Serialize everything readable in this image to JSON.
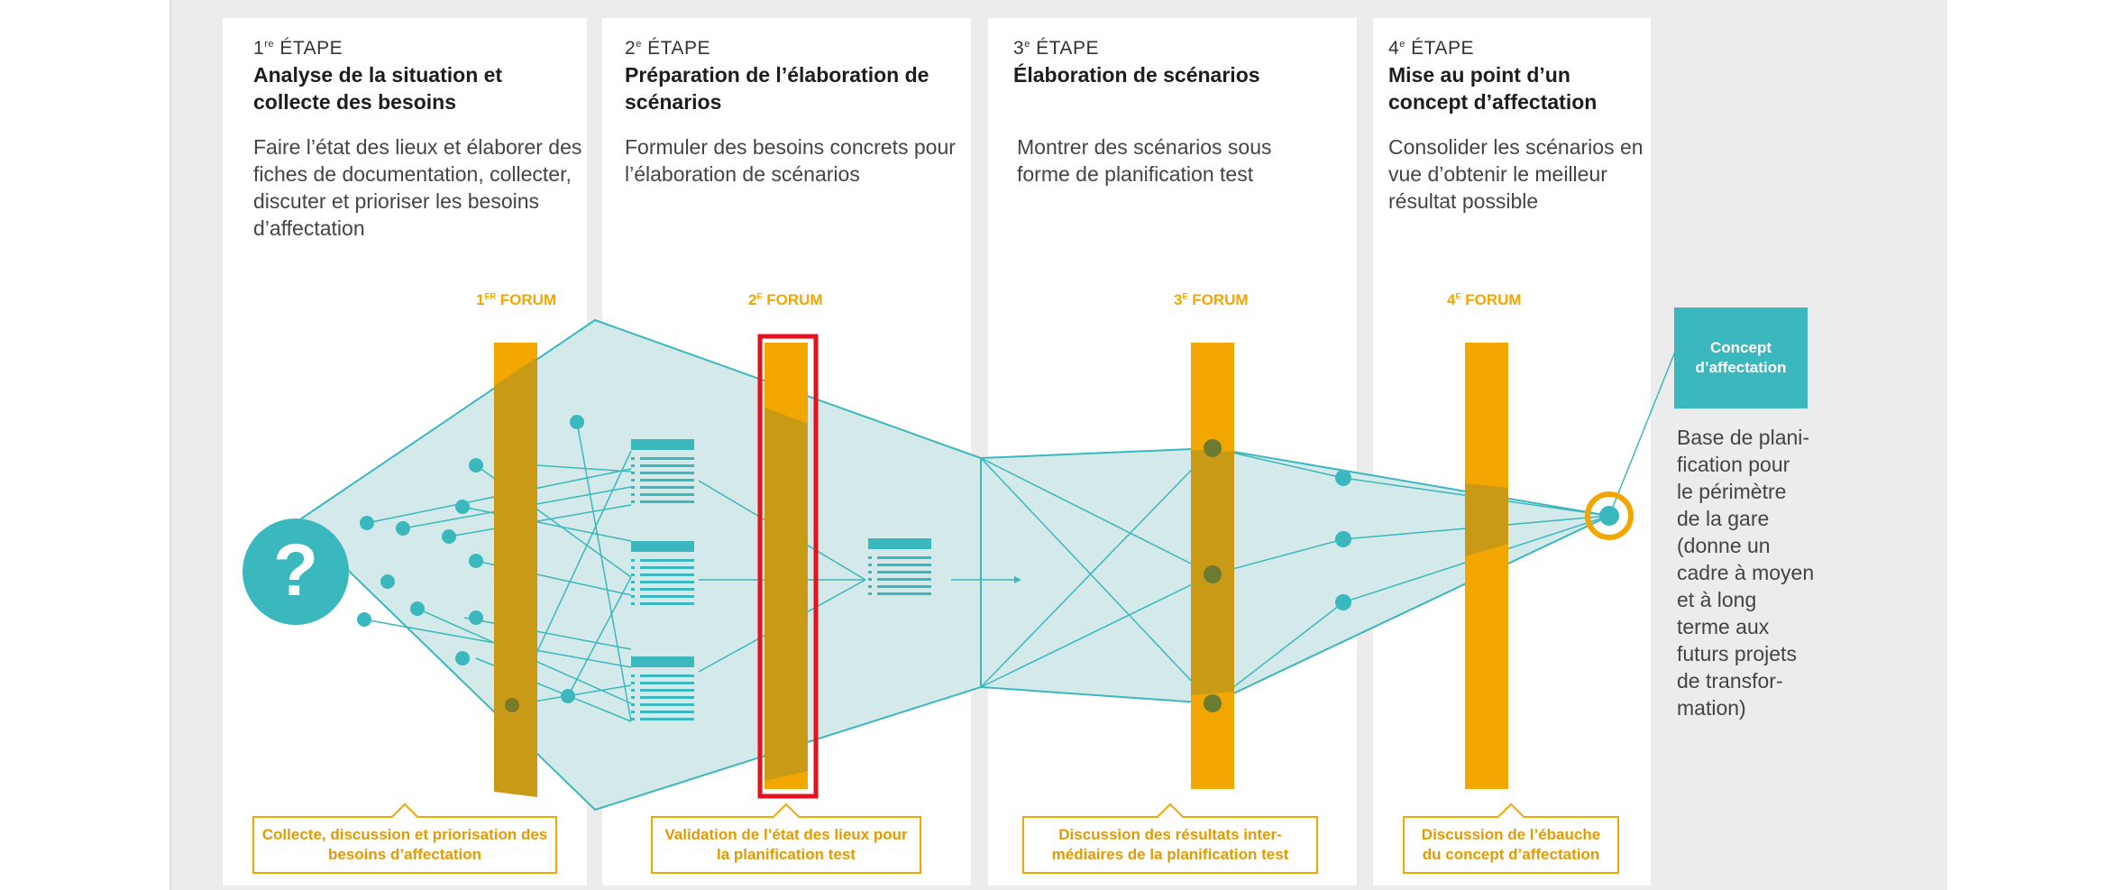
{
  "colors": {
    "teal": "#3bb8be",
    "teal_fill": "#d4e9ea",
    "orange": "#f2a600",
    "highlight": "#e8101a"
  },
  "stages": [
    {
      "step_num": "1",
      "step_sup": "re",
      "step_word": "ÉTAPE",
      "title": "Analyse de la situation et collecte des besoins",
      "description": "Faire l’état des lieux et élaborer des fiches de documentation, collecter, discuter et prioriser les besoins d’affectation",
      "forum_num": "1",
      "forum_sup": "ER",
      "forum_word": "FORUM",
      "callout": "Collecte, discussion et priorisation des besoins d’affectation"
    },
    {
      "step_num": "2",
      "step_sup": "e",
      "step_word": "ÉTAPE",
      "title": "Préparation de l’élaboration de scénarios",
      "description": "Formuler des besoins concrets pour l’élaboration de scénarios",
      "forum_num": "2",
      "forum_sup": "E",
      "forum_word": "FORUM",
      "callout": "Validation de l’état des lieux pour la planification test"
    },
    {
      "step_num": "3",
      "step_sup": "e",
      "step_word": "ÉTAPE",
      "title": "Élaboration de scénarios",
      "description": "Montrer des scénarios sous forme de planification test",
      "forum_num": "3",
      "forum_sup": "E",
      "forum_word": "FORUM",
      "callout": "Discussion des résultats inter-médiaires de la planification test"
    },
    {
      "step_num": "4",
      "step_sup": "e",
      "step_word": "ÉTAPE",
      "title": "Mise au point d’un concept d’affectation",
      "description": "Consolider les scénarios en vue d’obtenir le meilleur résultat possible",
      "forum_num": "4",
      "forum_sup": "E",
      "forum_word": "FORUM",
      "callout": "Discussion de l’ébauche du concept d’affectation"
    }
  ],
  "concept": {
    "box_label": "Concept d’affectation",
    "description": "Base de plani-\nfication pour\nle périmètre\nde la gare\n(donne un\ncadre à moyen\net à long\nterme aux\nfuturs projets\nde transfor-\nmation)"
  },
  "question_icon": "question-mark-icon",
  "document_icon": "document-list-icon"
}
